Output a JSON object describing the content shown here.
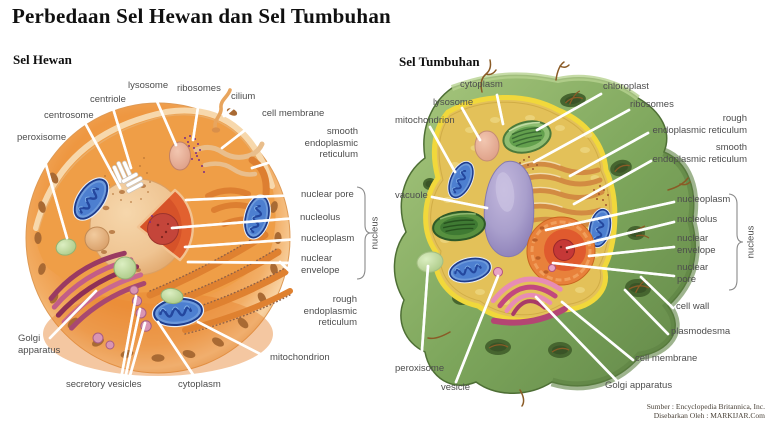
{
  "title": "Perbedaan Sel Hewan dan Sel Tumbuhan",
  "source": {
    "line1": "Sumber : Encyclopedia Britannica, Inc.",
    "line2": "Disebarkan Oleh : MARKIJAR.Com"
  },
  "animal_cell": {
    "heading": "Sel Hewan",
    "labels": {
      "lysosome": "lysosome",
      "ribosomes": "ribosomes",
      "cilium": "cilium",
      "centriole": "centriole",
      "centrosome": "centrosome",
      "cell_membrane": "cell membrane",
      "peroxisome": "peroxisome",
      "smooth_er": "smooth\nendoplasmic\nreticulum",
      "nuclear_pore": "nuclear pore",
      "nucleolus": "nucleolus",
      "nucleoplasm": "nucleoplasm",
      "nuclear_envelope": "nuclear\nenvelope",
      "nucleus": "nucleus",
      "rough_er": "rough\nendoplasmic\nreticulum",
      "mitochondrion": "mitochondrion",
      "golgi_apparatus": "Golgi\napparatus",
      "secretory_vesicles": "secretory vesicles",
      "cytoplasm": "cytoplasm"
    }
  },
  "plant_cell": {
    "heading": "Sel Tumbuhan",
    "labels": {
      "cytoplasm": "cytoplasm",
      "lysosome": "lysosome",
      "mitochondrion": "mitochondrion",
      "chloroplast": "chloroplast",
      "ribosomes": "ribosomes",
      "rough_er": "rough\nendoplasmic reticulum",
      "smooth_er": "smooth\nendoplasmic reticulum",
      "vacuole": "vacuole",
      "nucleoplasm": "nucleoplasm",
      "nucleolus": "nucleolus",
      "nuclear_envelope": "nuclear\nenvelope",
      "nuclear_pore": "nuclear\npore",
      "nucleus": "nucleus",
      "cell_wall": "cell wall",
      "plasmodesma": "plasmodesma",
      "cell_membrane": "cell membrane",
      "golgi_apparatus": "Golgi apparatus",
      "peroxisome": "peroxisome",
      "vesicle": "vesicle"
    }
  },
  "colors": {
    "animal_cell_body": "#EF9C45",
    "animal_cell_rim": "#F8D2A2",
    "nucleus_interior": "#E2612F",
    "nucleolus_red": "#C4453A",
    "mitochondrion_blue": "#4D7FD0",
    "golgi_pink": "#C2557F",
    "peroxisome_green": "#CDE4AE",
    "plant_wall_green": "#7CA55B",
    "plant_cytoplasm_yellow": "#E3C159",
    "plant_membrane_yellow": "#F1D83B",
    "vacuole_purple": "#A99FCC",
    "chloroplast_green": "#63A04D",
    "label_text": "#4D4D4D"
  }
}
